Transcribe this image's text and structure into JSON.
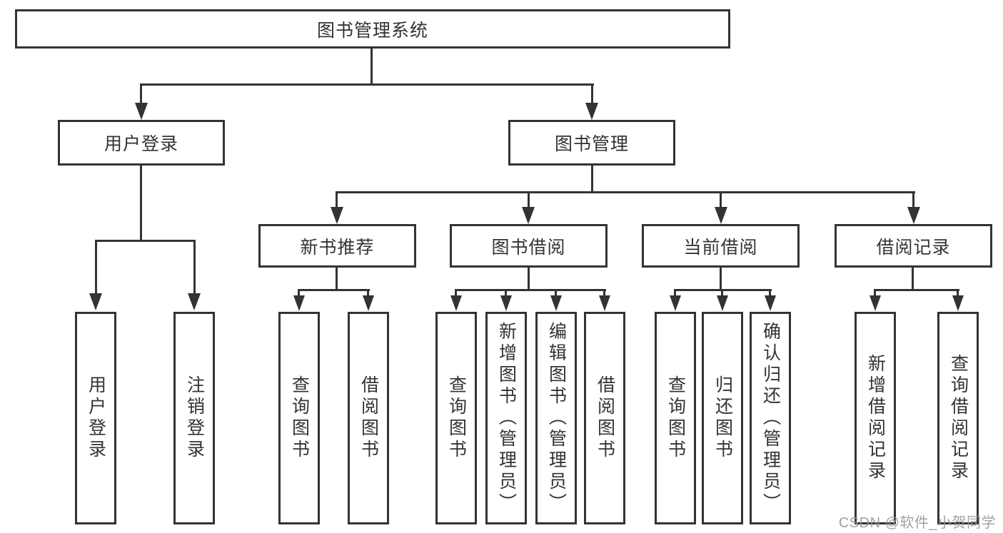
{
  "diagram": {
    "type": "hierarchy-tree",
    "root": {
      "label": "图书管理系统"
    },
    "branches": [
      {
        "label": "用户登录",
        "children": [
          {
            "label": "用户登录"
          },
          {
            "label": "注销登录"
          }
        ]
      },
      {
        "label": "图书管理",
        "children": [
          {
            "label": "新书推荐",
            "children": [
              {
                "label": "查询图书"
              },
              {
                "label": "借阅图书"
              }
            ]
          },
          {
            "label": "图书借阅",
            "children": [
              {
                "label": "查询图书"
              },
              {
                "label": "新增图书（管理员）"
              },
              {
                "label": "编辑图书（管理员）"
              },
              {
                "label": "借阅图书"
              }
            ]
          },
          {
            "label": "当前借阅",
            "children": [
              {
                "label": "查询图书"
              },
              {
                "label": "归还图书"
              },
              {
                "label": "确认归还（管理员）"
              }
            ]
          },
          {
            "label": "借阅记录",
            "children": [
              {
                "label": "新增借阅记录"
              },
              {
                "label": "查询借阅记录"
              }
            ]
          }
        ]
      }
    ]
  },
  "watermark": {
    "text": "CSDN @软件_小贺同学",
    "color": "#989898"
  },
  "colors": {
    "line": "#333333",
    "text": "#333333",
    "background": "#ffffff"
  }
}
